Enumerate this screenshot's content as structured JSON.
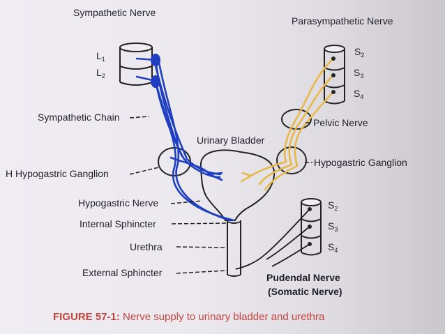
{
  "figure": {
    "caption_number": "FIGURE 57-1:",
    "caption_text": "Nerve supply to urinary bladder and urethra"
  },
  "labels": {
    "sympathetic_nerve": "Sympathetic Nerve",
    "parasympathetic_nerve": "Parasympathetic Nerve",
    "L1": "L",
    "L1_sub": "1",
    "L2": "L",
    "L2_sub": "2",
    "S2_top": "S",
    "S2_top_sub": "2",
    "S3_top": "S",
    "S3_top_sub": "3",
    "S4_top": "S",
    "S4_top_sub": "4",
    "sympathetic_chain": "Sympathetic Chain",
    "pelvic_nerve": "Pelvic Nerve",
    "urinary_bladder": "Urinary Bladder",
    "h_hypogastric_ganglion": "H Hypogastric  Ganglion",
    "hypogastric_ganglion_right": "Hypogastric Ganglion",
    "hypogastric_nerve": "Hypogastric Nerve",
    "internal_sphincter": "Internal Sphincter",
    "urethra": "Urethra",
    "external_sphincter": "External Sphincter",
    "S2_bot": "S",
    "S2_bot_sub": "2",
    "S3_bot": "S",
    "S3_bot_sub": "3",
    "S4_bot": "S",
    "S4_bot_sub": "4",
    "pudendal_nerve": "Pudendal Nerve",
    "somatic_nerve": "(Somatic Nerve)"
  },
  "colors": {
    "sympathetic": "#1f3fc0",
    "parasympathetic": "#e8b84a",
    "somatic": "#1a1a1a",
    "caption": "#c5453f"
  }
}
